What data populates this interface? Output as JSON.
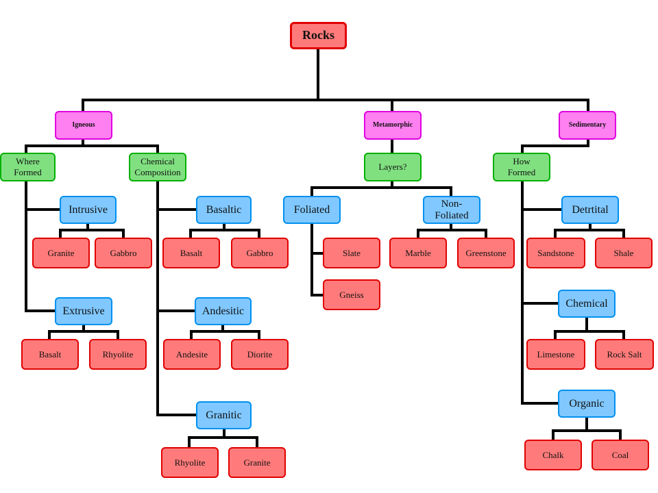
{
  "root": "Rocks",
  "categories": {
    "igneous": "Igneous",
    "metamorphic": "Metamorphic",
    "sedimentary": "Sedimentary"
  },
  "criteria": {
    "where_formed": "Where\nFormed",
    "chemical_composition": "Chemical\nComposition",
    "layers": "Layers?",
    "how_formed": "How\nFormed"
  },
  "subtypes": {
    "intrusive": "Intrusive",
    "extrusive": "Extrusive",
    "basaltic": "Basaltic",
    "andesitic": "Andesitic",
    "granitic": "Granitic",
    "foliated": "Foliated",
    "non_foliated": "Non-\nFoliated",
    "detrtital": "Detrtital",
    "chemical": "Chemical",
    "organic": "Organic"
  },
  "rocks": {
    "intrusive": [
      "Granite",
      "Gabbro"
    ],
    "extrusive": [
      "Basalt",
      "Rhyolite"
    ],
    "basaltic": [
      "Basalt",
      "Gabbro"
    ],
    "andesitic": [
      "Andesite",
      "Diorite"
    ],
    "granitic": [
      "Rhyolite",
      "Granite"
    ],
    "foliated": [
      "Slate",
      "Gneiss"
    ],
    "non_foliated": [
      "Marble",
      "Greenstone"
    ],
    "detrtital": [
      "Sandstone",
      "Shale"
    ],
    "chemical": [
      "Limestone",
      "Rock Salt"
    ],
    "organic": [
      "Chalk",
      "Coal"
    ]
  },
  "colors": {
    "root_fill": "#ff7b7b",
    "root_border": "#e00000",
    "category_fill": "#ff80f0",
    "category_border": "#e000e0",
    "criteria_fill": "#80e080",
    "criteria_border": "#00b000",
    "subtype_fill": "#80c8ff",
    "subtype_border": "#0090f0",
    "rock_fill": "#ff7b7b",
    "rock_border": "#e00000",
    "connector": "#000000"
  }
}
